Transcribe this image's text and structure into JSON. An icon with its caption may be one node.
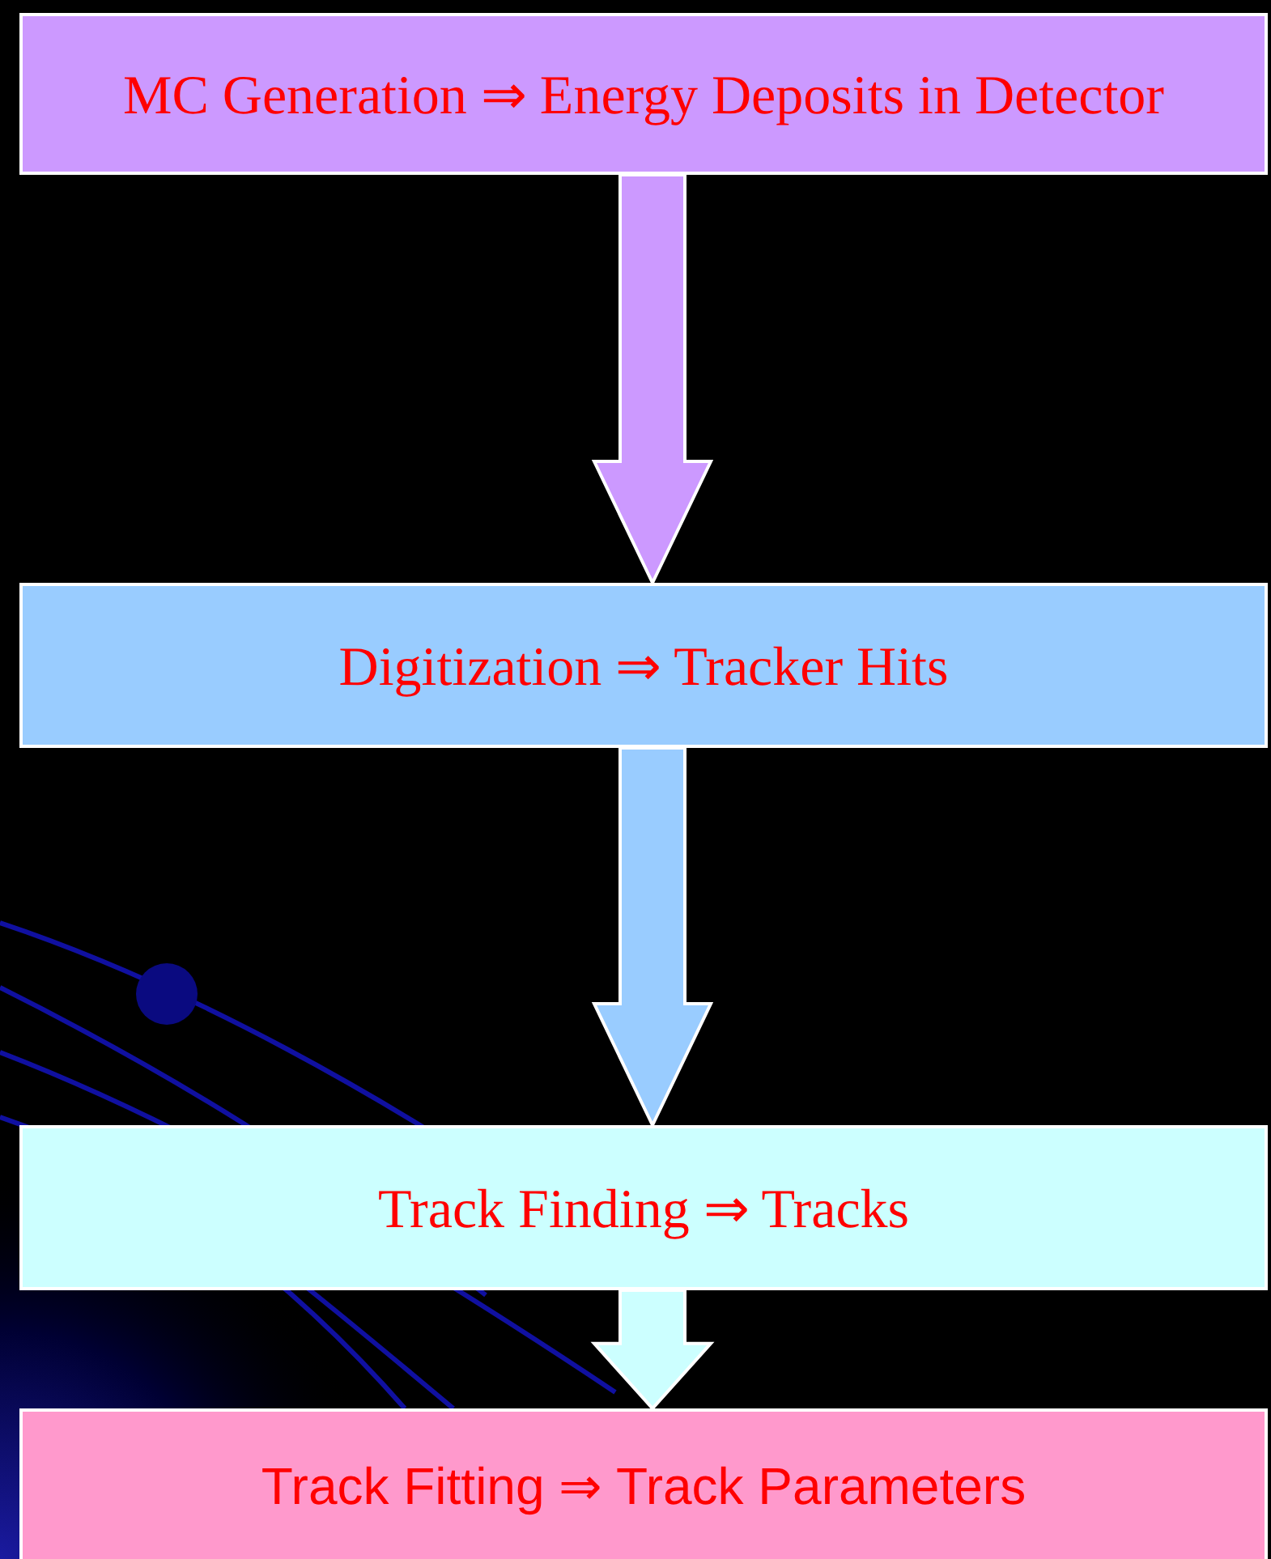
{
  "diagram": {
    "nodes": [
      {
        "text": [
          "MC Generation ⇒ Energy Deposits in Detector"
        ]
      },
      {
        "text": [
          "Digitization ⇒ Tracker Hits"
        ]
      },
      {
        "text": [
          "Track Finding ⇒ Tracks"
        ]
      },
      {
        "text": [
          "Track Fitting ⇒ Track Parameters"
        ]
      }
    ],
    "edges": [
      {
        "from": 0,
        "to": 1,
        "arrow": "to",
        "color": "#cc99ff"
      },
      {
        "from": 1,
        "to": 2,
        "arrow": "to",
        "color": "#99ccff"
      },
      {
        "from": 2,
        "to": 3,
        "arrow": "to",
        "color": "#ccffff"
      }
    ]
  }
}
